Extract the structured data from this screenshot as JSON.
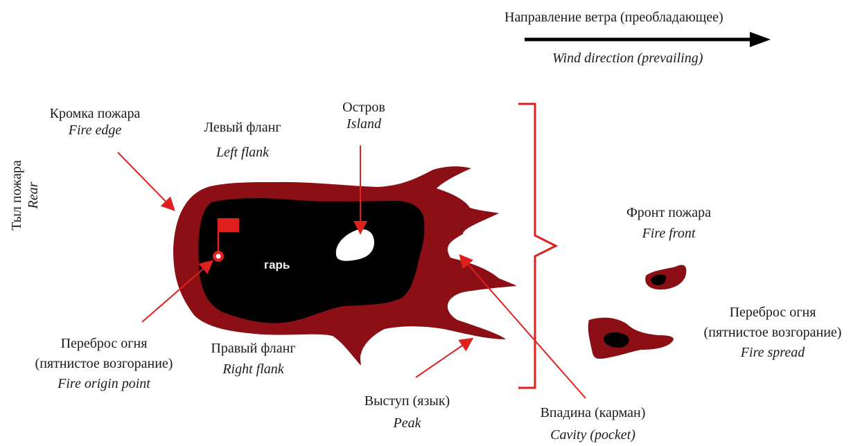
{
  "wind": {
    "label_ru": "Направление ветра (преобладающее)",
    "label_en": "Wind direction (prevailing)"
  },
  "burned_area_label": "гарь",
  "labels": {
    "fire_edge": {
      "ru": "Кромка пожара",
      "en": "Fire edge"
    },
    "left_flank": {
      "ru": "Левый фланг",
      "en": "Left flank"
    },
    "island": {
      "ru": "Остров",
      "en": "Island"
    },
    "rear": {
      "ru": "Тыл пожара",
      "en": "Rear"
    },
    "fire_origin": {
      "ru1": "Переброс огня",
      "ru2": "(пятнистое возгорание)",
      "en": "Fire origin point"
    },
    "right_flank": {
      "ru": "Правый фланг",
      "en": "Right flank"
    },
    "peak": {
      "ru": "Выступ (язык)",
      "en": "Peak"
    },
    "cavity": {
      "ru": "Впадина (карман)",
      "en": "Cavity (pocket)"
    },
    "fire_front": {
      "ru": "Фронт пожара",
      "en": "Fire front"
    },
    "fire_spread": {
      "ru1": "Переброс огня",
      "ru2": "(пятнистое возгорание)",
      "en": "Fire spread"
    }
  },
  "colors": {
    "fire_edge": "#8b0f14",
    "burned": "#000000",
    "arrow_red": "#e0201e",
    "flag": "#e0201e",
    "wind_arrow": "#000000"
  }
}
